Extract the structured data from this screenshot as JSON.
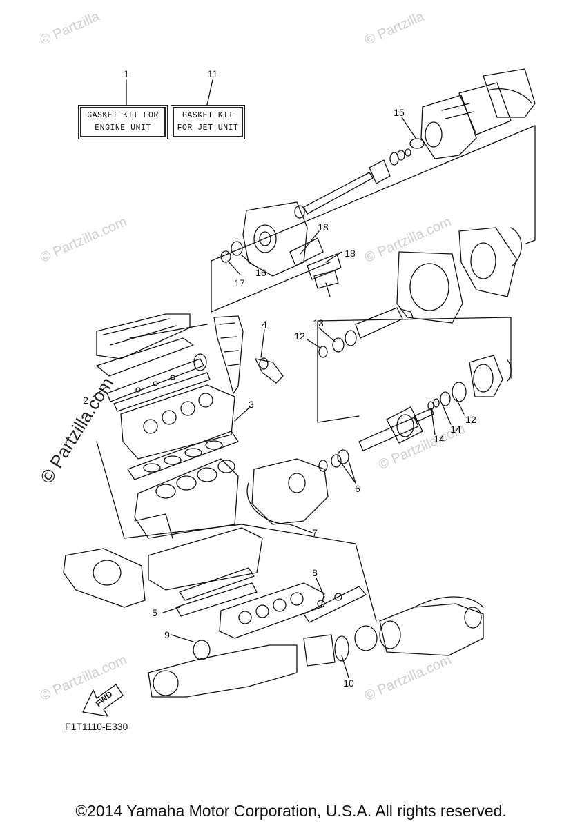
{
  "watermark": "© Partzilla",
  "watermark_com": "© Partzilla.com",
  "watermark_side": "© Partzilla.com",
  "kits": [
    {
      "ref": "1",
      "line1": "GASKET KIT FOR",
      "line2": "ENGINE UNIT"
    },
    {
      "ref": "11",
      "line1": "GASKET KIT",
      "line2": "FOR JET UNIT"
    }
  ],
  "callouts": [
    "2",
    "3",
    "4",
    "5",
    "6",
    "7",
    "8",
    "9",
    "10",
    "12",
    "12",
    "13",
    "14",
    "14",
    "15",
    "16",
    "17",
    "18",
    "18"
  ],
  "fwd_label": "FWD",
  "diagram_code": "F1T1110-E330",
  "copyright": "©2014 Yamaha Motor Corporation, U.S.A. All rights reserved."
}
